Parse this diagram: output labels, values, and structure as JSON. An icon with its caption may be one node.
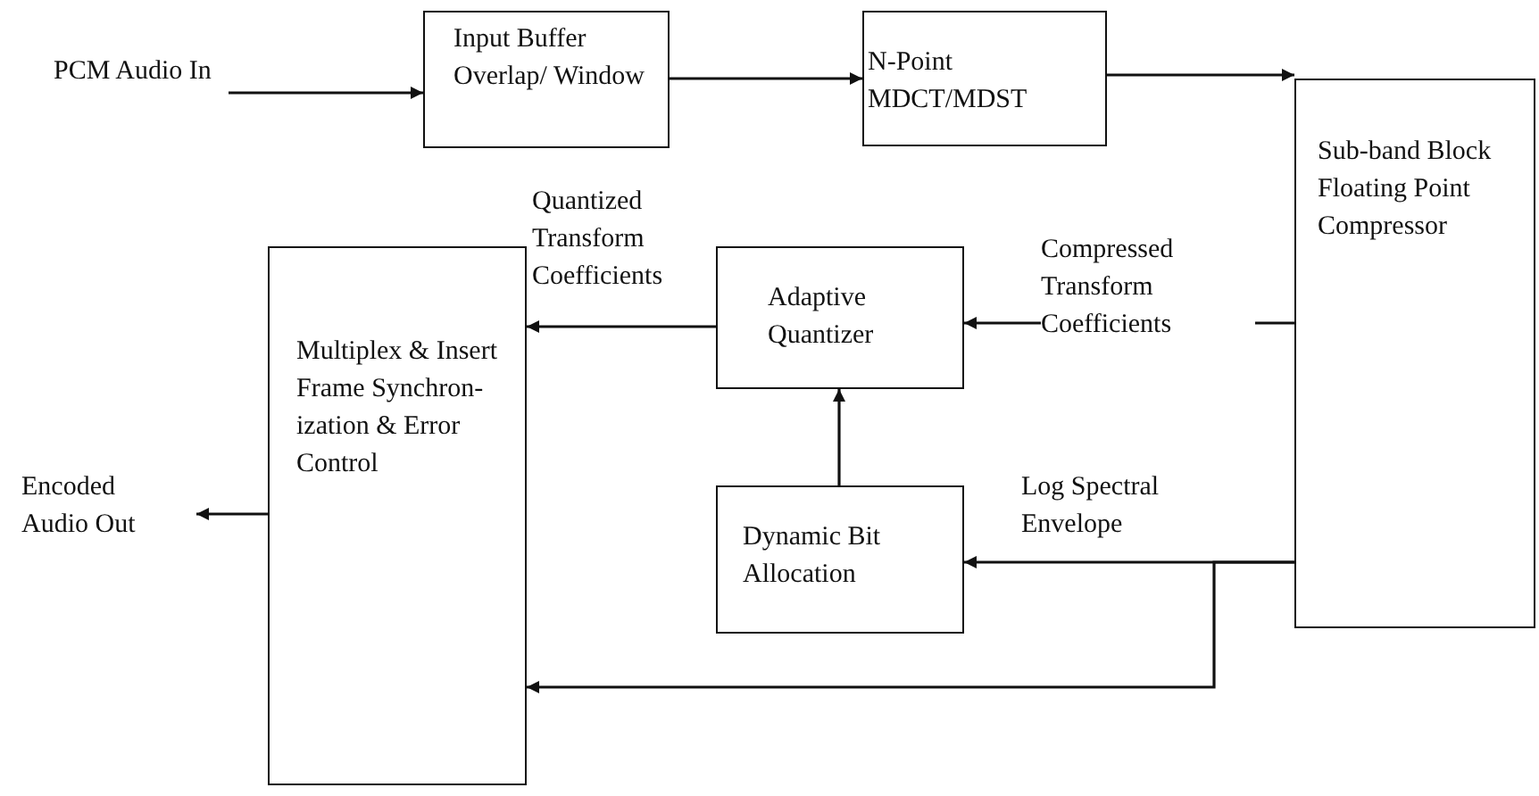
{
  "diagram": {
    "nodes": [
      {
        "text": [
          "PCM Audio In"
        ]
      },
      {
        "text": [
          "Input Buffer Overlap/ Window"
        ]
      },
      {
        "text": [
          "N-Point MDCT/MDST"
        ]
      },
      {
        "text": [
          "Sub-band Block Floating Point Compressor"
        ]
      },
      {
        "text": [
          "Adaptive Quantizer"
        ]
      },
      {
        "text": [
          "Dynamic Bit Allocation"
        ]
      },
      {
        "text": [
          "Multiplex & Insert Frame Synchron- ization & Error Control"
        ]
      },
      {
        "text": [
          "Encoded Audio Out"
        ]
      }
    ],
    "edges": [
      {
        "from": 0,
        "to": 1,
        "arrow": "to"
      },
      {
        "from": 1,
        "to": 2,
        "arrow": "to"
      },
      {
        "from": 2,
        "to": 3,
        "arrow": "to"
      },
      {
        "from": 3,
        "to": 4,
        "arrow": "to",
        "label": "Compressed Transform Coefficients"
      },
      {
        "from": 4,
        "to": 6,
        "arrow": "to",
        "label": "Quantized Transform Coefficients"
      },
      {
        "from": 5,
        "to": 4,
        "arrow": "to"
      },
      {
        "from": 3,
        "to": 5,
        "arrow": "to",
        "label": "Log Spectral Envelope"
      },
      {
        "from": 3,
        "to": 6,
        "arrow": "to"
      },
      {
        "from": 6,
        "to": 7,
        "arrow": "to"
      }
    ]
  }
}
